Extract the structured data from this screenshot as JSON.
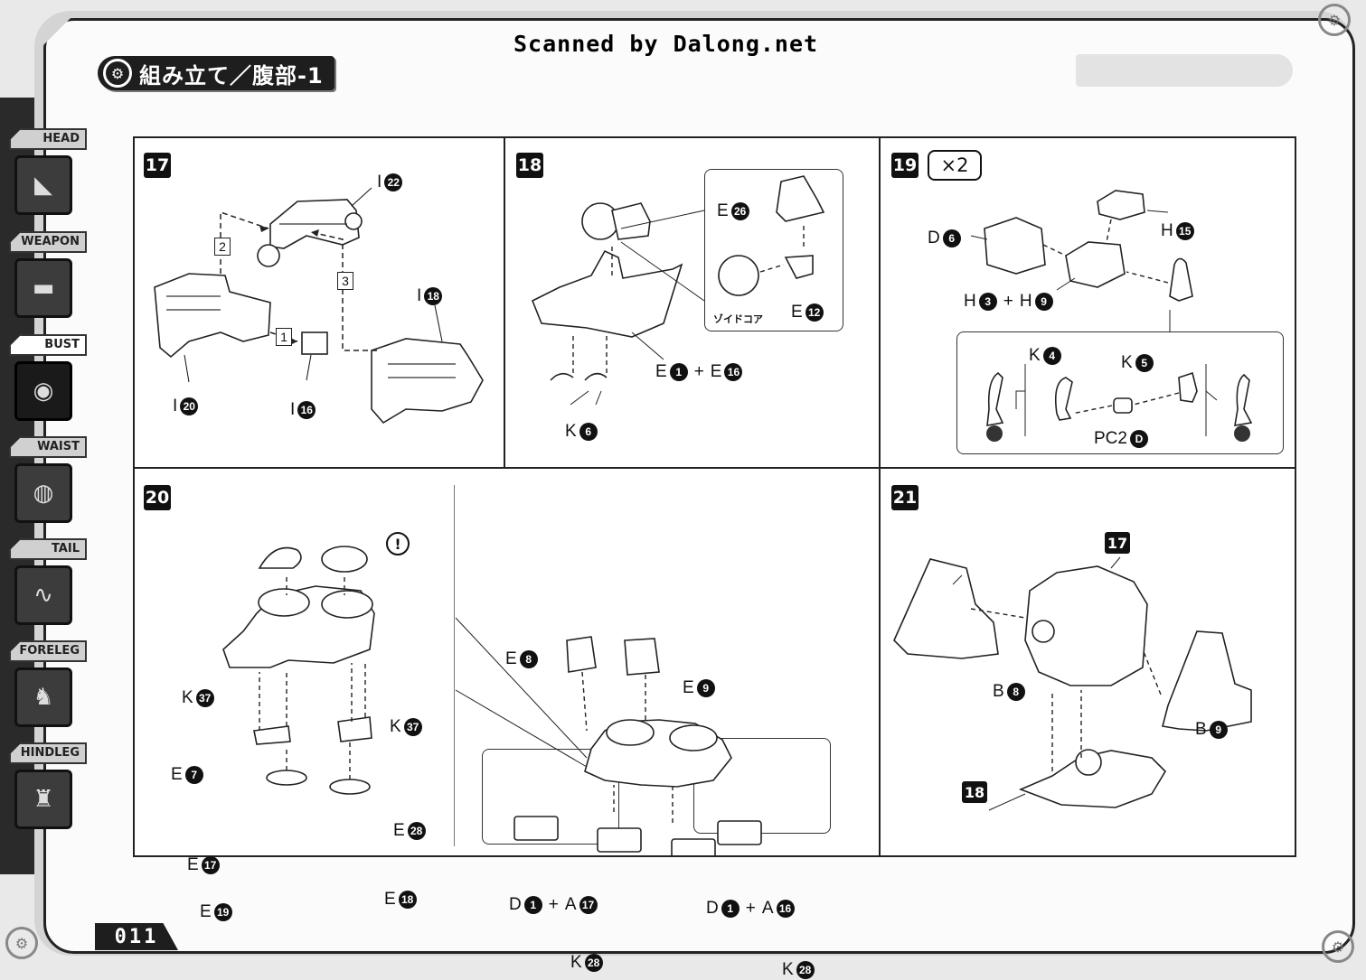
{
  "header": {
    "scanned_by": "Scanned by Dalong.net",
    "title": "組み立て／腹部-1"
  },
  "sidebar": {
    "items": [
      {
        "label": "HEAD",
        "icon": "head-icon",
        "active": false
      },
      {
        "label": "WEAPON",
        "icon": "weapon-icon",
        "active": false
      },
      {
        "label": "BUST",
        "icon": "bust-icon",
        "active": true
      },
      {
        "label": "WAIST",
        "icon": "waist-icon",
        "active": false
      },
      {
        "label": "TAIL",
        "icon": "tail-icon",
        "active": false
      },
      {
        "label": "FORELEG",
        "icon": "foreleg-icon",
        "active": false
      },
      {
        "label": "HINDLEG",
        "icon": "hindleg-icon",
        "active": false
      }
    ]
  },
  "steps": {
    "s17": {
      "num": "17",
      "seq": [
        "1",
        "2",
        "3"
      ],
      "parts": [
        {
          "letter": "I",
          "num": "22"
        },
        {
          "letter": "I",
          "num": "18"
        },
        {
          "letter": "I",
          "num": "20"
        },
        {
          "letter": "I",
          "num": "16"
        }
      ]
    },
    "s18": {
      "num": "18",
      "core_label": "ゾイドコア",
      "parts": [
        {
          "letter": "E",
          "num": "26"
        },
        {
          "letter": "E",
          "num": "12"
        },
        {
          "letter": "K",
          "num": "6"
        }
      ],
      "combo": {
        "a": "E",
        "a_num": "1",
        "op": "+",
        "b": "E",
        "b_num": "16"
      }
    },
    "s19": {
      "num": "19",
      "mult": "×2",
      "parts": [
        {
          "letter": "D",
          "num": "6"
        },
        {
          "letter": "H",
          "num": "15"
        },
        {
          "letter": "K",
          "num": "4"
        },
        {
          "letter": "K",
          "num": "5"
        },
        {
          "letter": "PC2",
          "num": "D"
        }
      ],
      "combo": {
        "a": "H",
        "a_num": "3",
        "op": "+",
        "b": "H",
        "b_num": "9"
      }
    },
    "s20": {
      "num": "20",
      "notice": "!",
      "parts": [
        {
          "letter": "K",
          "num": "37"
        },
        {
          "letter": "K",
          "num": "37"
        },
        {
          "letter": "E",
          "num": "7"
        },
        {
          "letter": "E",
          "num": "28"
        },
        {
          "letter": "E",
          "num": "17"
        },
        {
          "letter": "E",
          "num": "19"
        },
        {
          "letter": "E",
          "num": "18"
        },
        {
          "letter": "E",
          "num": "8"
        },
        {
          "letter": "E",
          "num": "9"
        },
        {
          "letter": "K",
          "num": "28"
        },
        {
          "letter": "K",
          "num": "28"
        }
      ],
      "combo_left": {
        "a": "D",
        "a_num": "1",
        "op": "+",
        "b": "A",
        "b_num": "17"
      },
      "combo_right": {
        "a": "D",
        "a_num": "1",
        "op": "+",
        "b": "A",
        "b_num": "16"
      }
    },
    "s21": {
      "num": "21",
      "parts": [
        {
          "letter": "B",
          "num": "8"
        },
        {
          "letter": "B",
          "num": "9"
        }
      ],
      "refs": [
        "17",
        "18"
      ]
    }
  },
  "footer": {
    "page_number": "011"
  }
}
